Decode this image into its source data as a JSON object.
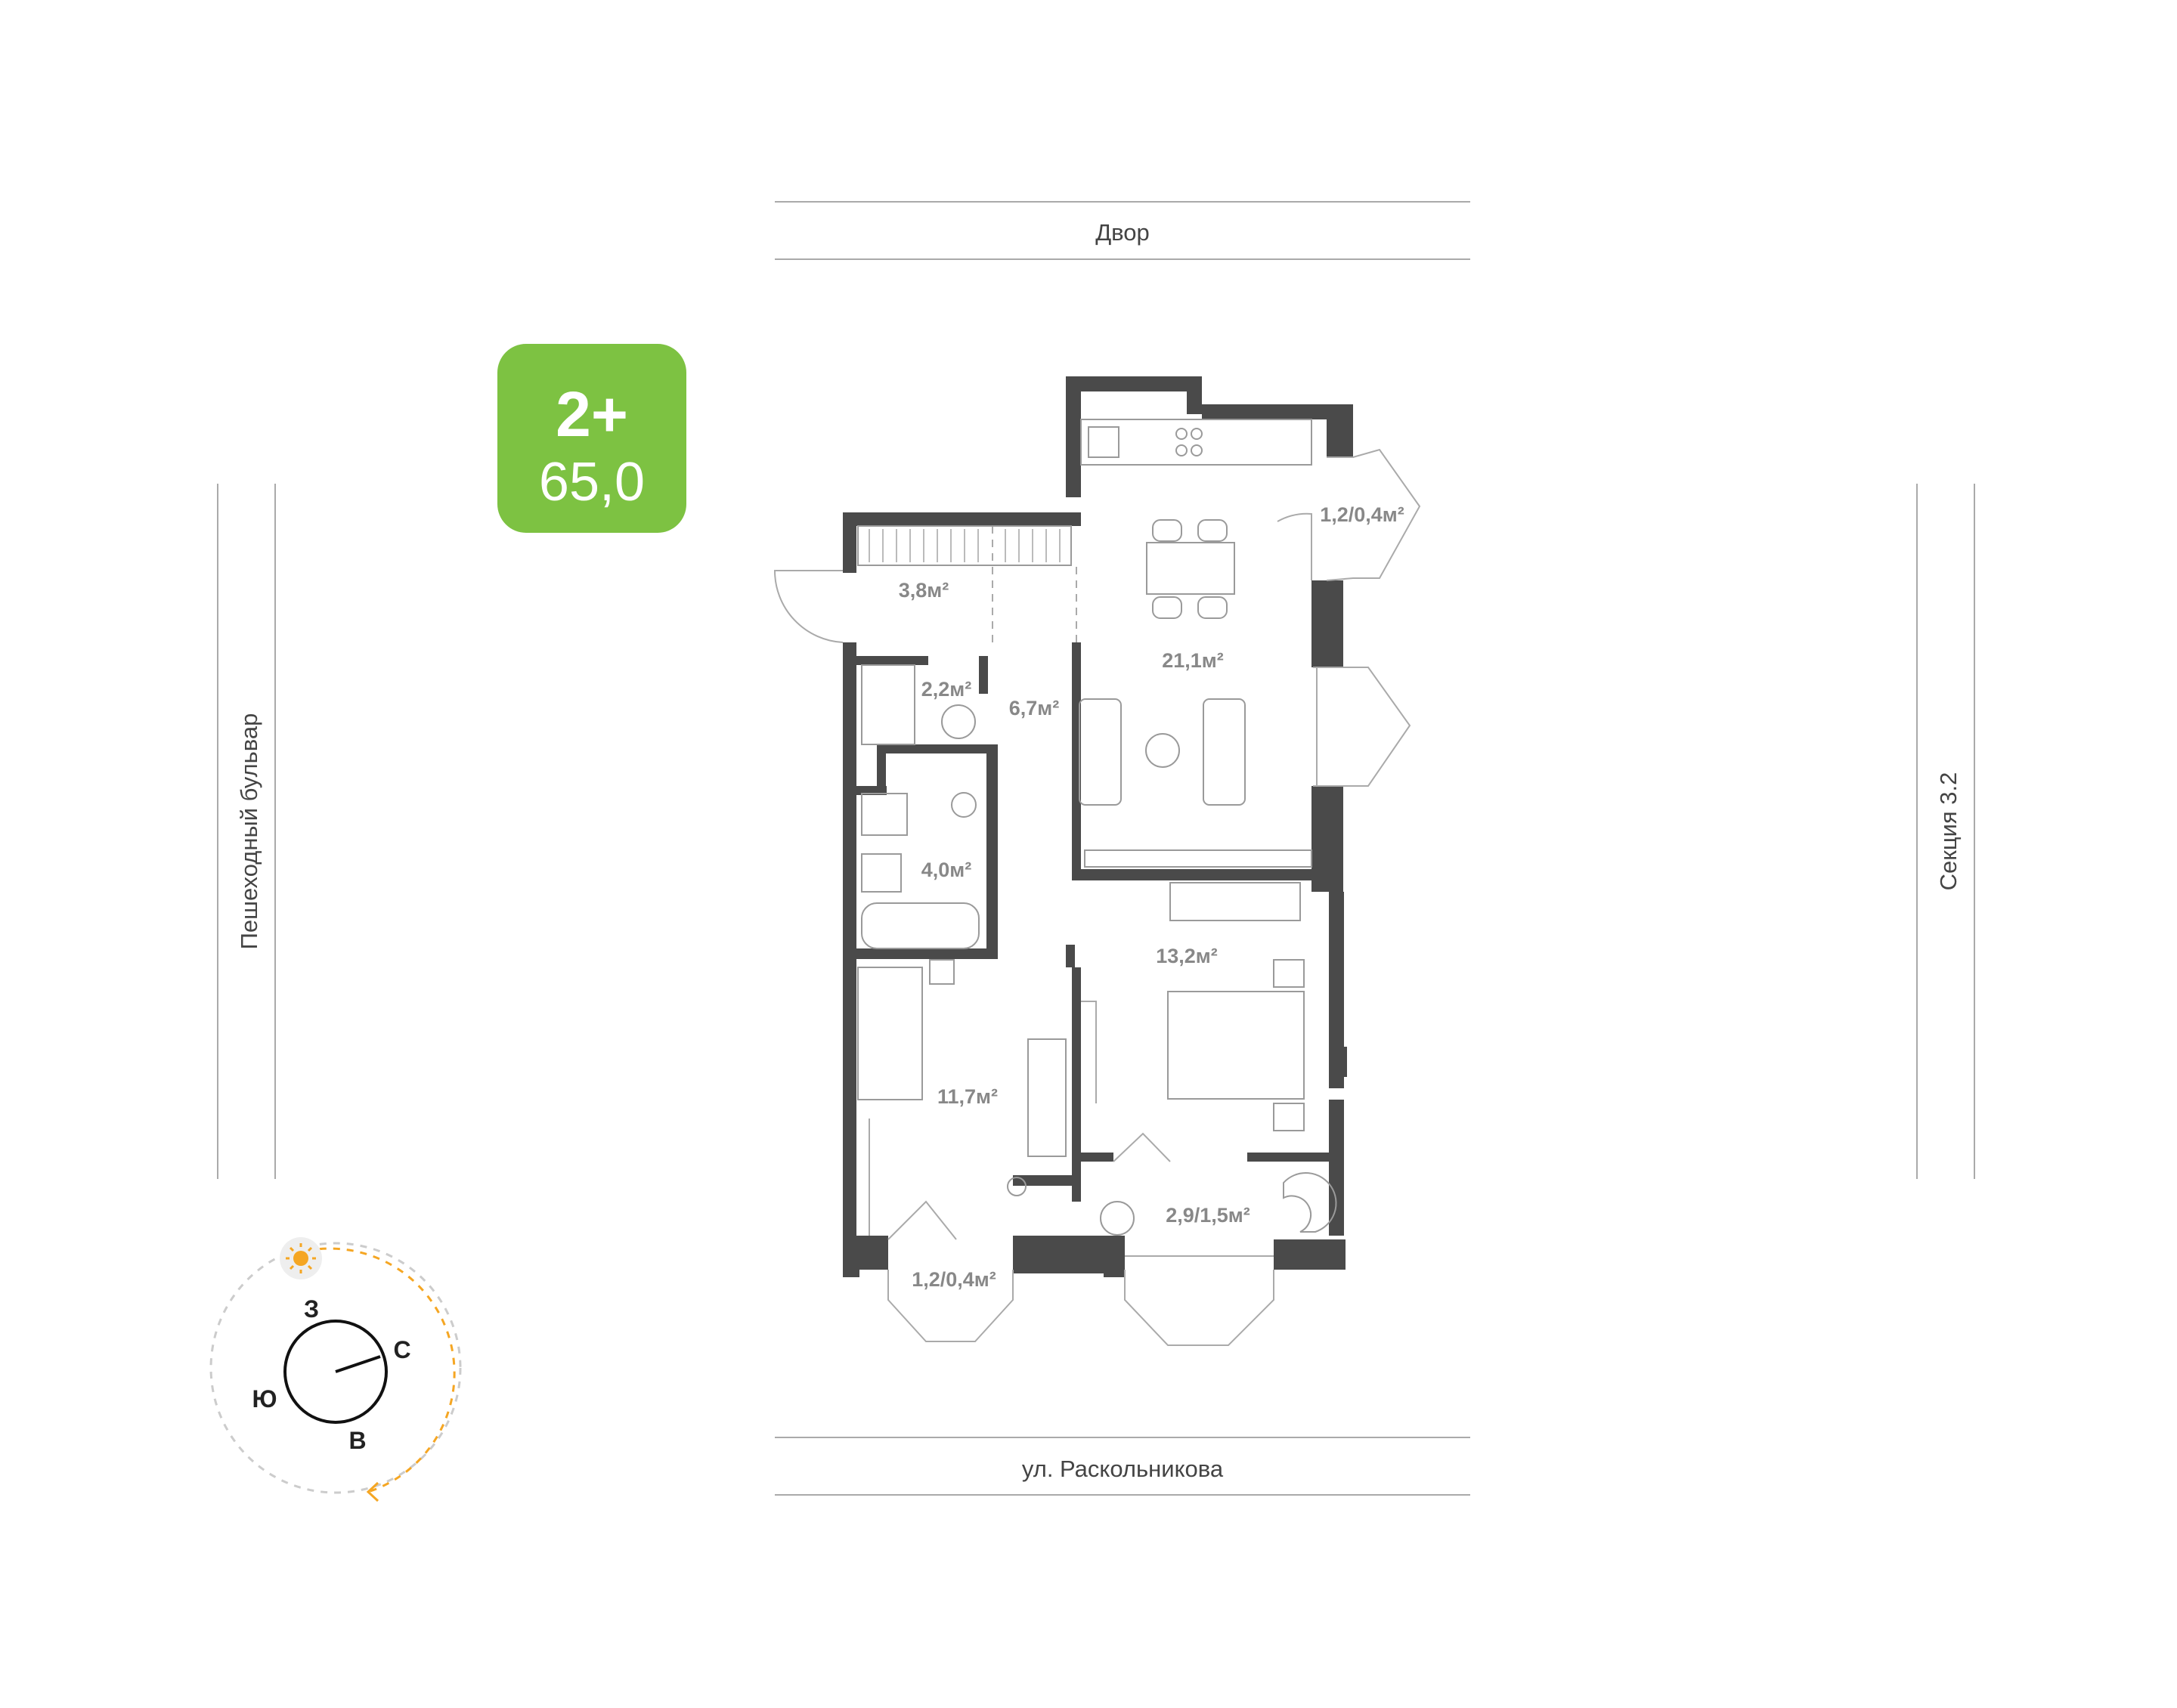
{
  "badge": {
    "rooms": "2+",
    "area": "65,0",
    "color": "#7dc242"
  },
  "streets": {
    "top": "Двор",
    "bottom": "ул. Раскольникова",
    "left": "Пешеходный бульвар",
    "right": "Секция 3.2"
  },
  "rooms": {
    "hall": "3,8м²",
    "wc": "2,2м²",
    "corridor": "6,7м²",
    "kitchen_living": "21,1м²",
    "bathroom": "4,0м²",
    "bedroom_small": "11,7м²",
    "bedroom_master": "13,2м²",
    "balcony_top": "1,2/0,4м²",
    "balcony_bottom_left": "1,2/0,4м²",
    "balcony_bottom_right": "2,9/1,5м²"
  },
  "compass": {
    "north": "С",
    "south": "Ю",
    "west": "З",
    "east": "В",
    "sun_color": "#f5a623"
  },
  "colors": {
    "wall": "#4a4a4a",
    "accent": "#7dc242",
    "path": "#f5a623"
  }
}
